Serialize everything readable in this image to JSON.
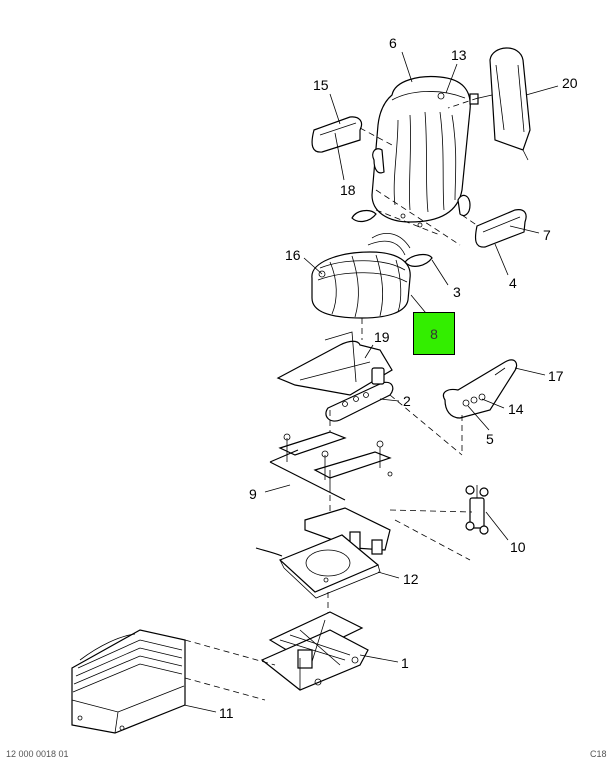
{
  "callouts": {
    "c1": "1",
    "c2": "2",
    "c3": "3",
    "c4": "4",
    "c5": "5",
    "c6": "6",
    "c7": "7",
    "c9": "9",
    "c10": "10",
    "c11": "11",
    "c12": "12",
    "c13": "13",
    "c14": "14",
    "c15": "15",
    "c16": "16",
    "c17": "17",
    "c18": "18",
    "c19": "19",
    "c20": "20"
  },
  "highlight": {
    "label": "8",
    "color": "#33ee00"
  },
  "footer": {
    "left": "12 000 0018 01",
    "right": "C18"
  }
}
